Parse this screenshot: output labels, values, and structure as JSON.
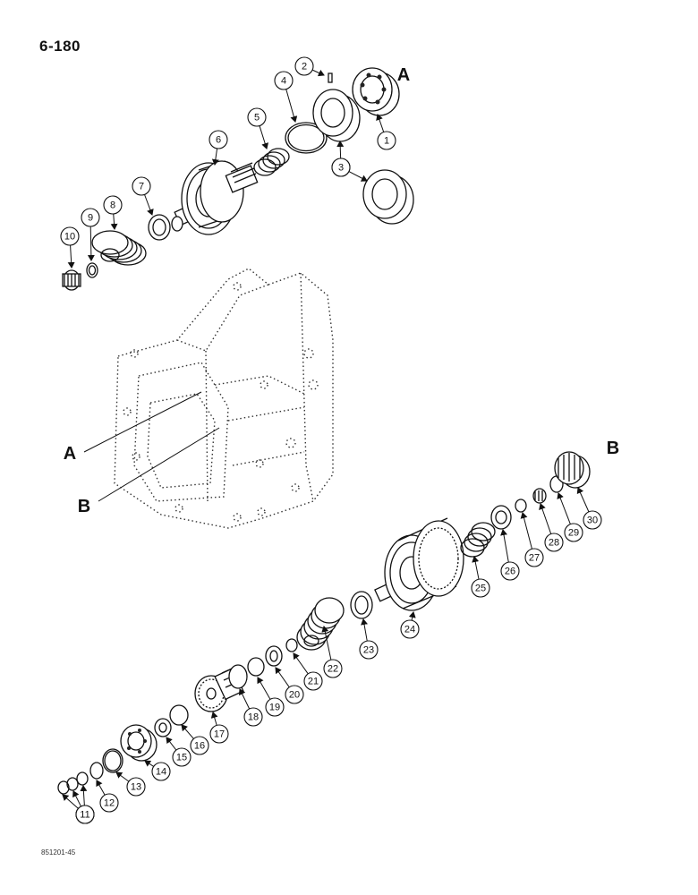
{
  "page_number": "6-180",
  "figure_code": "851201-45",
  "reference_labels": [
    "A",
    "B"
  ],
  "callouts": [
    "1",
    "2",
    "3",
    "4",
    "5",
    "6",
    "7",
    "8",
    "9",
    "10",
    "11",
    "12",
    "13",
    "14",
    "15",
    "16",
    "17",
    "18",
    "19",
    "20",
    "21",
    "22",
    "23",
    "24",
    "25",
    "26",
    "27",
    "28",
    "29",
    "30"
  ]
}
